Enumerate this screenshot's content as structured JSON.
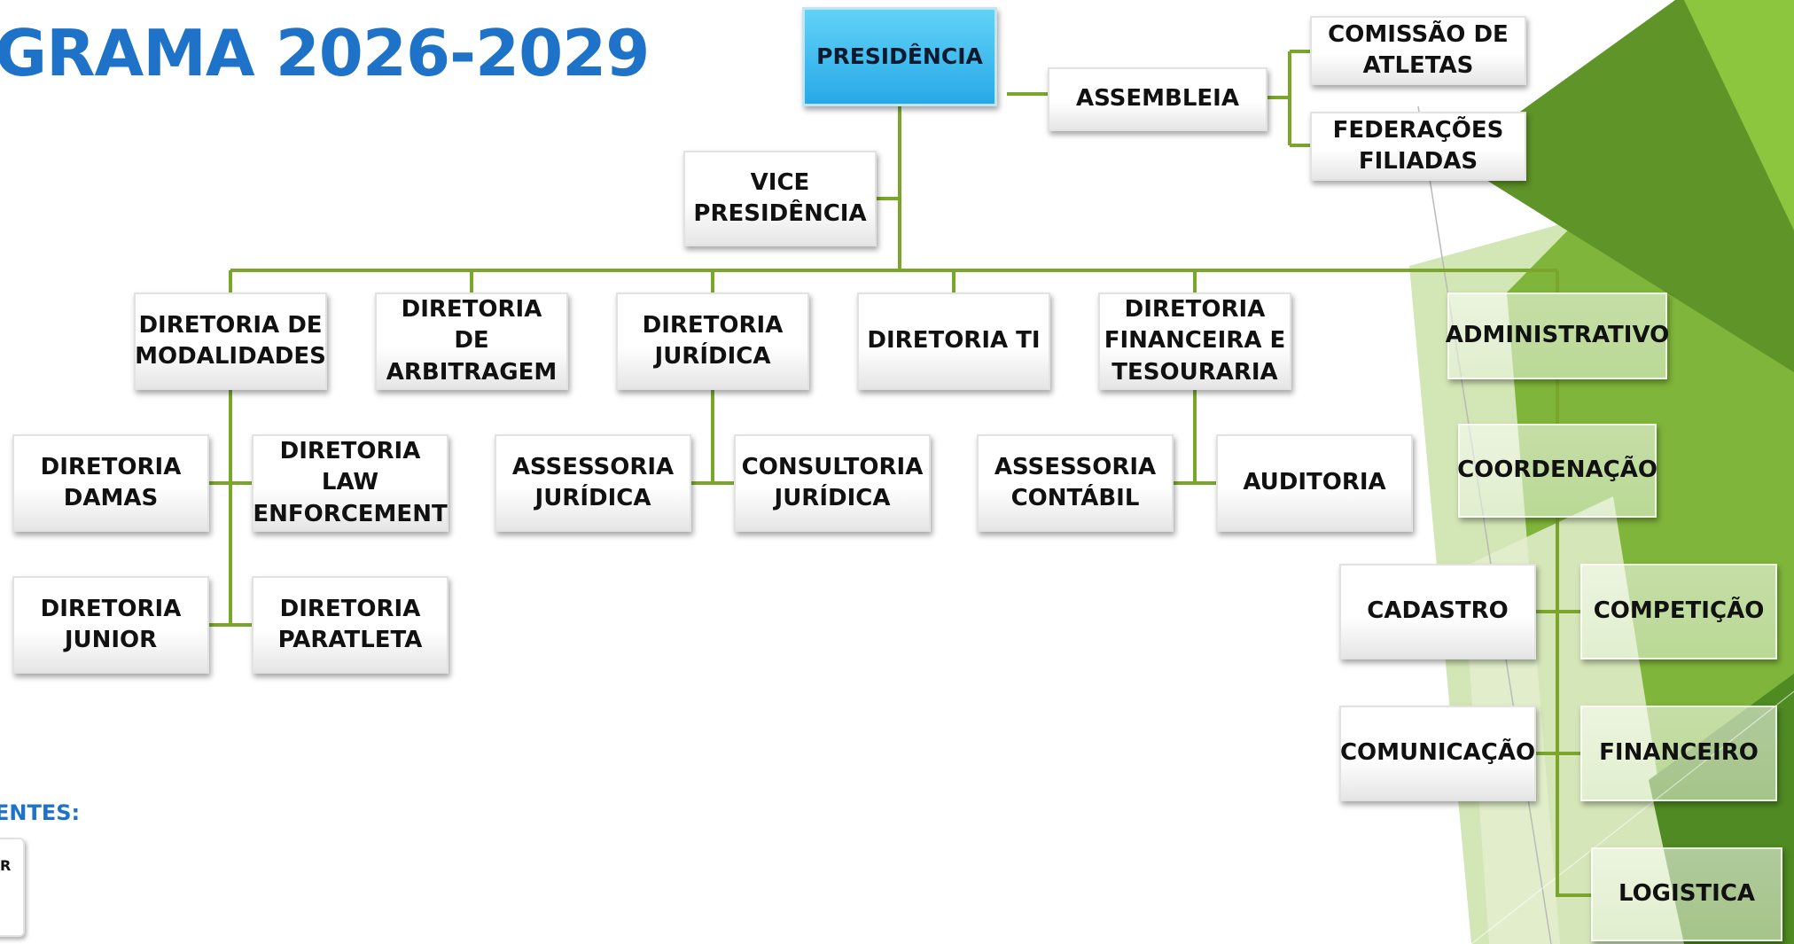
{
  "title": "GRAMA 2026-2029",
  "legend": {
    "label": "ENTES:",
    "box_text": "R"
  },
  "colors": {
    "title": "#1e73c9",
    "connector": "#7aa62c",
    "top_box": "#2aaee8",
    "deco_green": "#6a9d2f"
  },
  "nodes": {
    "presidencia": "PRESIDÊNCIA",
    "assembleia": "ASSEMBLEIA",
    "comissao_atletas": "COMISSÃO DE\nATLETAS",
    "federacoes_filiadas": "FEDERAÇÕES\nFILIADAS",
    "vice_presidencia": "VICE\nPRESIDÊNCIA",
    "diretoria_modalidades": "DIRETORIA DE\nMODALIDADES",
    "diretoria_arbitragem": "DIRETORIA DE\nARBITRAGEM",
    "diretoria_juridica": "DIRETORIA\nJURÍDICA",
    "diretoria_ti": "DIRETORIA TI",
    "diretoria_financeira": "DIRETORIA\nFINANCEIRA  E\nTESOURARIA",
    "administrativo": "ADMINISTRATIVO",
    "diretoria_damas": "DIRETORIA\nDAMAS",
    "diretoria_law": "DIRETORIA LAW\nENFORCEMENT",
    "diretoria_junior": "DIRETORIA\nJUNIOR",
    "diretoria_paratleta": "DIRETORIA\nPARATLETA",
    "assessoria_juridica": "ASSESSORIA\nJURÍDICA",
    "consultoria_juridica": "CONSULTORIA\nJURÍDICA",
    "assessoria_contabil": "ASSESSORIA\nCONTÁBIL",
    "auditoria": "AUDITORIA",
    "coordenacao": "COORDENAÇÃO",
    "cadastro": "CADASTRO",
    "competicao": "COMPETIÇÃO",
    "comunicacao": "COMUNICAÇÃO",
    "financeiro": "FINANCEIRO",
    "logistica": "LOGISTICA"
  }
}
